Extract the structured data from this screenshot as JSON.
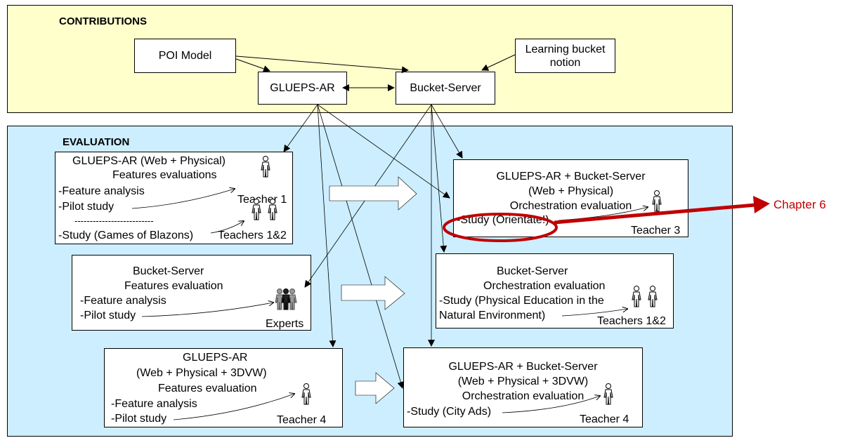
{
  "contributions": {
    "title": "CONTRIBUTIONS",
    "poi_model": "POI Model",
    "learning_bucket": [
      "Learning bucket",
      "notion"
    ],
    "glueps_ar": "GLUEPS-AR",
    "bucket_server": "Bucket-Server"
  },
  "evaluation": {
    "title": "EVALUATION",
    "box1": {
      "lines": [
        "GLUEPS-AR (Web + Physical)",
        "Features evaluations"
      ],
      "items": [
        "-Feature analysis",
        "-Pilot study"
      ],
      "separator": "--------------------------",
      "study": "-Study (Games of Blazons)",
      "teacher_a": "Teacher 1",
      "teacher_b": "Teachers 1&2"
    },
    "box2": {
      "lines": [
        "GLUEPS-AR + Bucket-Server",
        "(Web + Physical)",
        "Orchestration evaluation"
      ],
      "study": "-Study (Orientate!)",
      "teacher": "Teacher 3"
    },
    "box3": {
      "lines": [
        "Bucket-Server",
        "Features evaluation"
      ],
      "items": [
        "-Feature analysis",
        "-Pilot study"
      ],
      "experts": "Experts"
    },
    "box4": {
      "lines": [
        "Bucket-Server",
        "Orchestration evaluation"
      ],
      "study": [
        "-Study (Physical Education in the",
        "Natural Environment)"
      ],
      "teacher": "Teachers 1&2"
    },
    "box5": {
      "lines": [
        "GLUEPS-AR",
        "(Web + Physical + 3DVW)",
        "Features evaluation"
      ],
      "items": [
        "-Feature analysis",
        "-Pilot study"
      ],
      "teacher": "Teacher 4"
    },
    "box6": {
      "lines": [
        "GLUEPS-AR + Bucket-Server",
        "(Web + Physical + 3DVW)",
        "Orchestration evaluation"
      ],
      "study": "-Study (City Ads)",
      "teacher": "Teacher 4"
    }
  },
  "chapter": "Chapter 6",
  "colors": {
    "contributions_bg": "#ffffcc",
    "evaluation_bg": "#cceeff",
    "highlight": "#c00000"
  }
}
